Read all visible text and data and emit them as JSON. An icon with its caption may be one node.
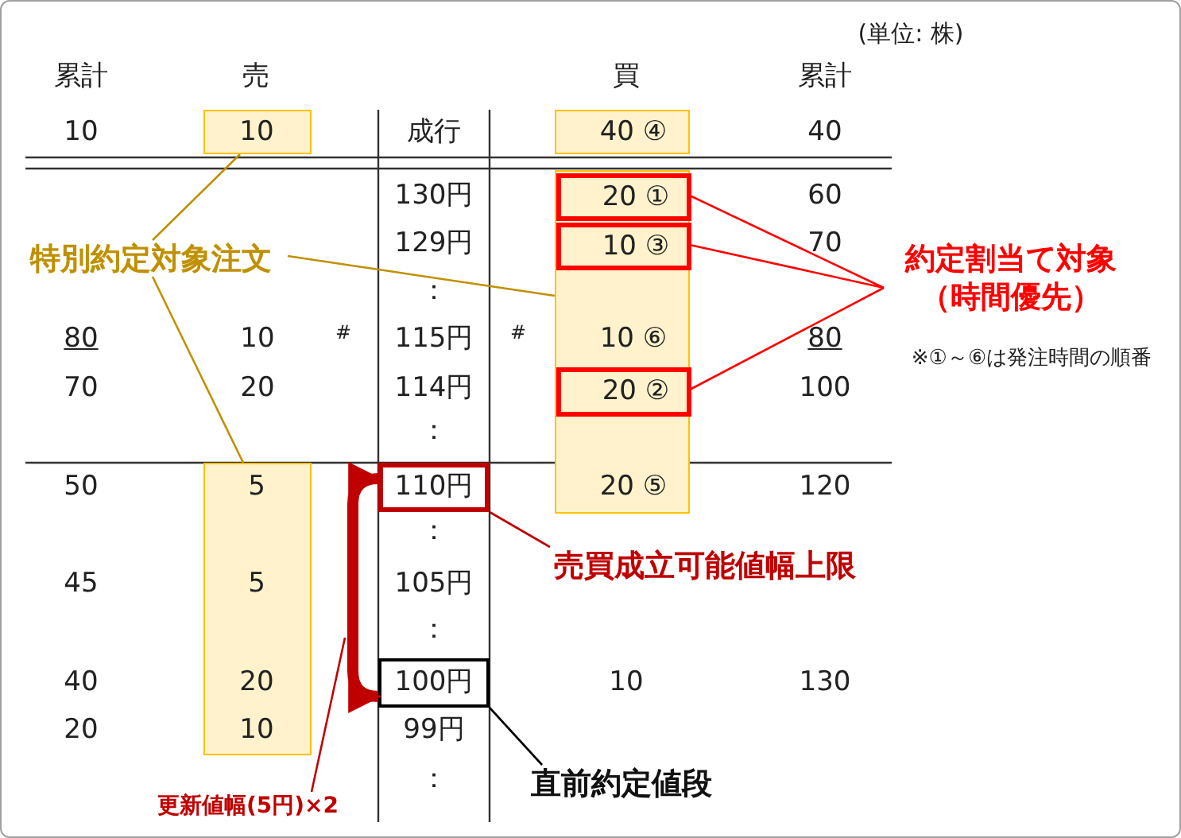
{
  "diagram": {
    "nodes": [
      {
        "text": [
          "特別約定対象注文"
        ]
      },
      {
        "text": [
          "10"
        ]
      },
      {
        "text": [
          "40 ④"
        ]
      },
      {
        "text": [
          "10 ⑥",
          "20 ⑤"
        ]
      },
      {
        "text": [
          "20 ①"
        ],
        "in": 3
      },
      {
        "text": [
          "10 ③"
        ],
        "in": 3
      },
      {
        "text": [
          "20 ②"
        ],
        "in": 3
      },
      {
        "text": [
          "5",
          "5",
          "20",
          "10"
        ]
      },
      {
        "text": [
          "約定割当て対象（時間優先）"
        ]
      },
      {
        "text": [
          "110円"
        ]
      },
      {
        "text": [
          "売買成立可能値幅上限"
        ]
      },
      {
        "text": [
          "100円"
        ]
      },
      {
        "text": [
          "直前約定値段"
        ]
      },
      {
        "text": [
          "更新値幅(5円)×2"
        ]
      }
    ],
    "edges": [
      {
        "from": 0,
        "to": 1,
        "arrow": "none",
        "color": "#bf9000"
      },
      {
        "from": 0,
        "to": 3,
        "arrow": "none",
        "color": "#bf9000"
      },
      {
        "from": 0,
        "to": 7,
        "arrow": "none",
        "color": "#bf9000"
      },
      {
        "from": 8,
        "to": 4,
        "arrow": "none",
        "color": "#ff0000"
      },
      {
        "from": 8,
        "to": 5,
        "arrow": "none",
        "color": "#ff0000"
      },
      {
        "from": 8,
        "to": 6,
        "arrow": "none",
        "color": "#ff0000"
      },
      {
        "from": 10,
        "to": 9,
        "arrow": "none",
        "color": "#c00000"
      },
      {
        "from": 12,
        "to": 11,
        "arrow": "none",
        "color": "#000000"
      },
      {
        "from": 9,
        "to": 11,
        "arrow": "both",
        "style": "thick",
        "color": "#c00000"
      },
      {
        "from": 13,
        "to": null,
        "arrow": "none",
        "color": "#c00000"
      }
    ],
    "labels": [
      "(単位: 株)",
      "累計",
      "売",
      "買",
      "累計",
      "10",
      "成行",
      "40",
      "130円",
      "60",
      "129円",
      "70",
      "：",
      "80",
      "10",
      "#",
      "115円",
      "#",
      "80",
      "70",
      "20",
      "114円",
      "100",
      "：",
      "50",
      "120",
      "：",
      "45",
      "105円",
      "：",
      "40",
      "10",
      "130",
      "20",
      "99円",
      "：",
      "※①～⑥は発注時間の順番"
    ]
  }
}
